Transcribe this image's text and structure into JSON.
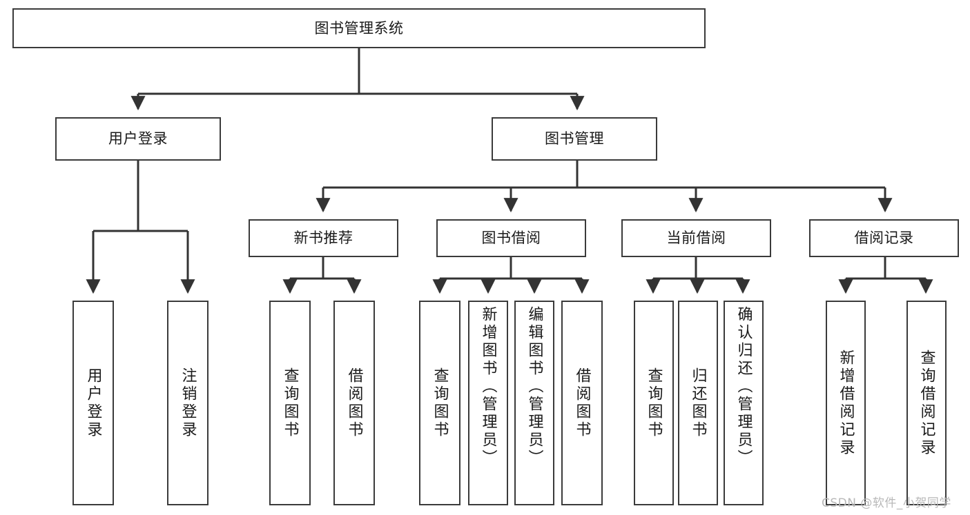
{
  "diagram": {
    "title": "图书管理系统",
    "type": "hierarchy-tree",
    "root": {
      "label": "图书管理系统"
    },
    "level2": [
      {
        "id": "user-login",
        "label": "用户登录"
      },
      {
        "id": "book-manage",
        "label": "图书管理"
      }
    ],
    "level3": [
      {
        "id": "new-book-recommend",
        "label": "新书推荐",
        "parent": "book-manage"
      },
      {
        "id": "book-borrow",
        "label": "图书借阅",
        "parent": "book-manage"
      },
      {
        "id": "current-borrow",
        "label": "当前借阅",
        "parent": "book-manage"
      },
      {
        "id": "borrow-record",
        "label": "借阅记录",
        "parent": "book-manage"
      }
    ],
    "leaves": [
      {
        "id": "leaf-user-login",
        "label": "用户登录",
        "parent": "user-login"
      },
      {
        "id": "leaf-user-logout",
        "label": "注销登录",
        "parent": "user-login"
      },
      {
        "id": "leaf-query-book-1",
        "label": "查询图书",
        "parent": "new-book-recommend"
      },
      {
        "id": "leaf-borrow-book-1",
        "label": "借阅图书",
        "parent": "new-book-recommend"
      },
      {
        "id": "leaf-query-book-2",
        "label": "查询图书",
        "parent": "book-borrow"
      },
      {
        "id": "leaf-add-book",
        "label": "新增图书（管理员）",
        "parent": "book-borrow"
      },
      {
        "id": "leaf-edit-book",
        "label": "编辑图书（管理员）",
        "parent": "book-borrow"
      },
      {
        "id": "leaf-borrow-book-2",
        "label": "借阅图书",
        "parent": "book-borrow"
      },
      {
        "id": "leaf-query-book-3",
        "label": "查询图书",
        "parent": "current-borrow"
      },
      {
        "id": "leaf-return-book",
        "label": "归还图书",
        "parent": "current-borrow"
      },
      {
        "id": "leaf-confirm-return",
        "label": "确认归还（管理员）",
        "parent": "current-borrow"
      },
      {
        "id": "leaf-add-record",
        "label": "新增借阅记录",
        "parent": "borrow-record"
      },
      {
        "id": "leaf-query-record",
        "label": "查询借阅记录",
        "parent": "borrow-record"
      }
    ],
    "watermark": "CSDN @软件_小贺同学",
    "colors": {
      "background": "#ffffff",
      "box_border": "#3a3a3a",
      "box_fill": "#ffffff",
      "text": "#1a1a1a",
      "connector": "#333333",
      "watermark": "#b8b8b8"
    }
  }
}
